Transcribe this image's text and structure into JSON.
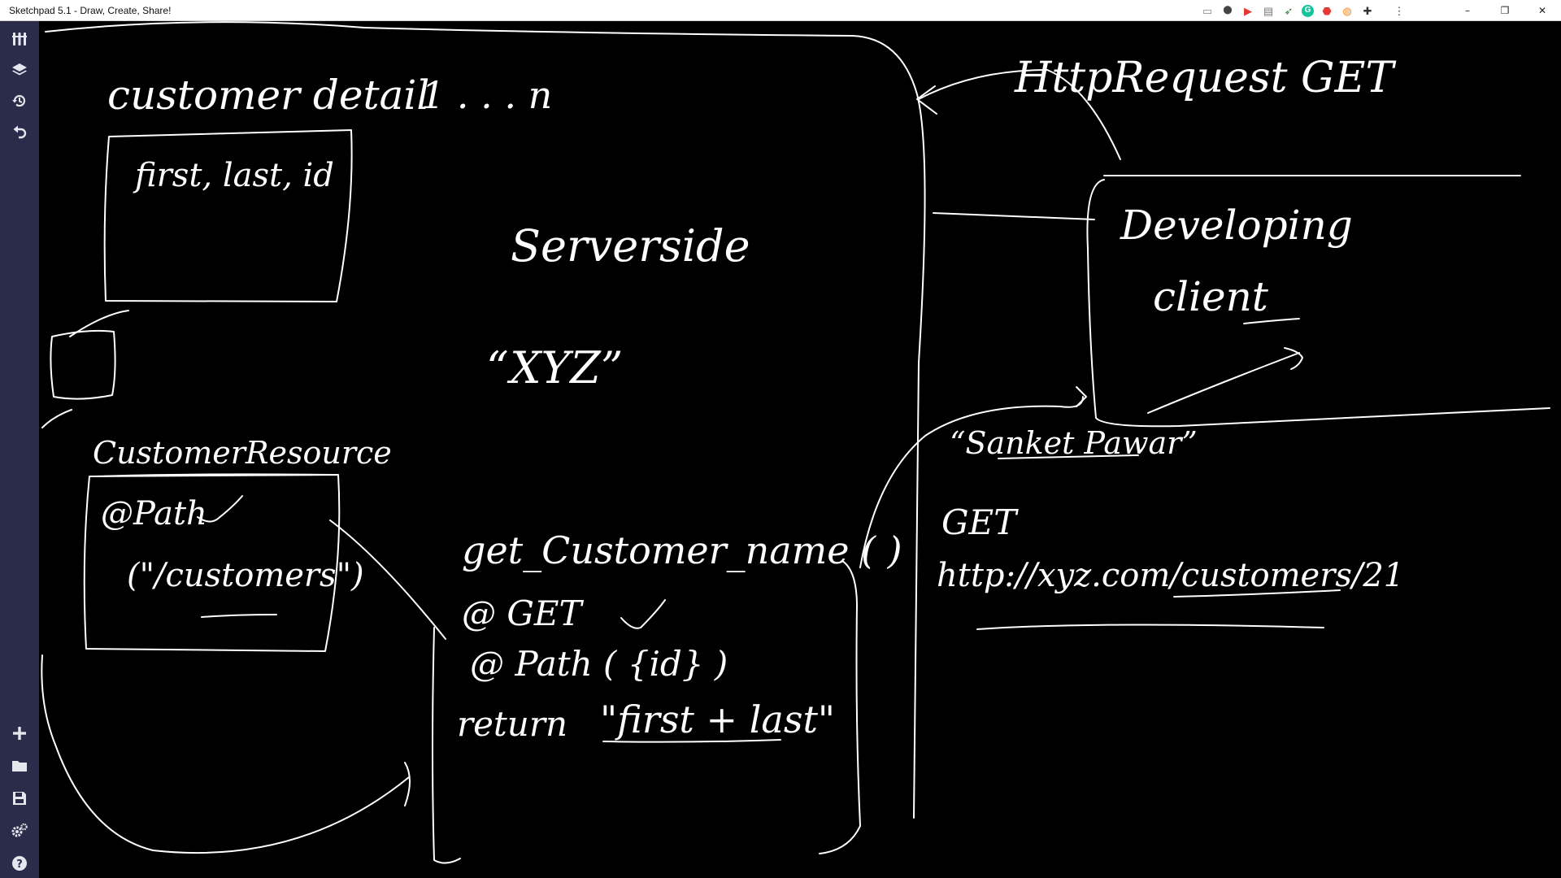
{
  "window": {
    "title": "Sketchpad 5.1 - Draw, Create, Share!",
    "controls": {
      "minimize": "–",
      "restore": "❐",
      "close": "✕"
    }
  },
  "extensions": [
    {
      "icon": "flag-icon",
      "glyph": "▭",
      "color": "#888888"
    },
    {
      "icon": "location-pin-icon",
      "glyph": "⬤",
      "color": "#444444"
    },
    {
      "icon": "video-icon",
      "glyph": "▶",
      "color": "#e53935"
    },
    {
      "icon": "screenshot-icon",
      "glyph": "▤",
      "color": "#777777"
    },
    {
      "icon": "rocket-icon",
      "glyph": "➶",
      "color": "#2e7d32"
    },
    {
      "icon": "grammarly-icon",
      "glyph": "G",
      "color": "#15c39a"
    },
    {
      "icon": "shield-icon",
      "glyph": "⬣",
      "color": "#e53935"
    },
    {
      "icon": "gauge-icon",
      "glyph": "◍",
      "color": "#f08a24"
    },
    {
      "icon": "puzzle-icon",
      "glyph": "✚",
      "color": "#333333"
    },
    {
      "icon": "kebab-menu-icon",
      "glyph": "⋮",
      "color": "#333333"
    }
  ],
  "sidebar": {
    "top_tools": [
      {
        "icon": "brushes-icon"
      },
      {
        "icon": "layers-icon"
      },
      {
        "icon": "history-icon"
      },
      {
        "icon": "undo-icon"
      }
    ],
    "bottom_tools": [
      {
        "icon": "plus-icon"
      },
      {
        "icon": "folder-icon"
      },
      {
        "icon": "save-icon"
      },
      {
        "icon": "settings-icon"
      },
      {
        "icon": "help-icon"
      }
    ]
  },
  "drawing": {
    "ink_color": "#ffffff",
    "texts": {
      "customer_detail": "customer detail",
      "multiplicity": "1 . . . n",
      "fields": "first, last, id",
      "serverside": "Serverside",
      "xyz": "“XYZ”",
      "customer_resource": "CustomerResource",
      "path_annotation": "@Path",
      "customers_path": "(\"/customers\")",
      "method_name": "get_Customer_name ( )",
      "get_annotation": "@ GET",
      "path_id": "@ Path ( {id} )",
      "return_stmt": "return",
      "return_value": "\"first + last\"",
      "http_request": "HttpRequest GET",
      "developing_client": "Developing",
      "client": "client",
      "response_name": "“Sanket Pawar”",
      "get_label": "GET",
      "url": "http://xyz.com/customers/21"
    }
  }
}
